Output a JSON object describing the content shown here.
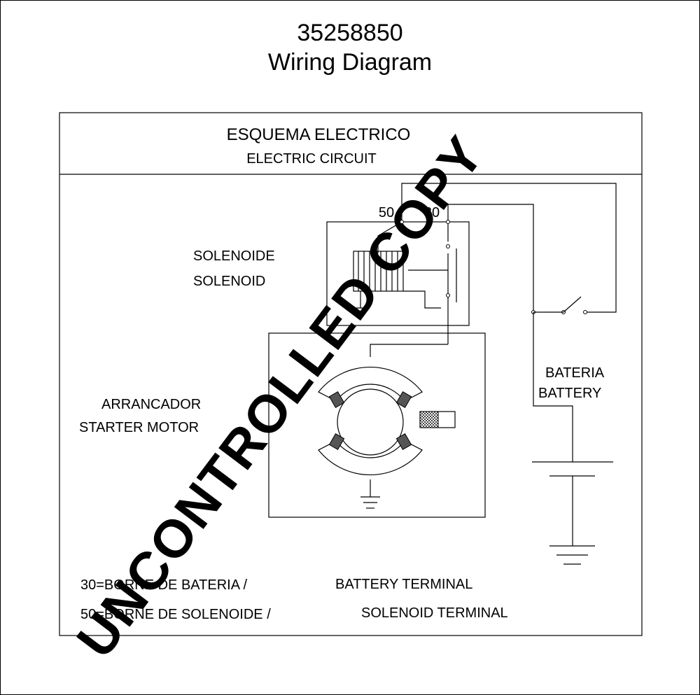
{
  "document": {
    "part_number": "35258850",
    "title": "Wiring Diagram"
  },
  "header": {
    "title_es": "ESQUEMA ELECTRICO",
    "title_en": "ELECTRIC CIRCUIT"
  },
  "solenoid": {
    "label_es": "SOLENOIDE",
    "label_en": "SOLENOID",
    "terminal_50": "50",
    "terminal_30": "30"
  },
  "starter": {
    "label_es": "ARRANCADOR",
    "label_en": "STARTER MOTOR"
  },
  "battery": {
    "label_es": "BATERIA",
    "label_en": "BATTERY"
  },
  "legend": {
    "line1_es": "30=BORNE DE BATERIA /",
    "line1_en": "BATTERY TERMINAL",
    "line2_es": "50=BORNE DE SOLENOIDE /",
    "line2_en": "SOLENOID TERMINAL"
  },
  "watermark": "UNCONTROLLED COPY",
  "colors": {
    "line": "#000000",
    "watermark": "#d9d9d9",
    "brush_fill": "#555555"
  }
}
